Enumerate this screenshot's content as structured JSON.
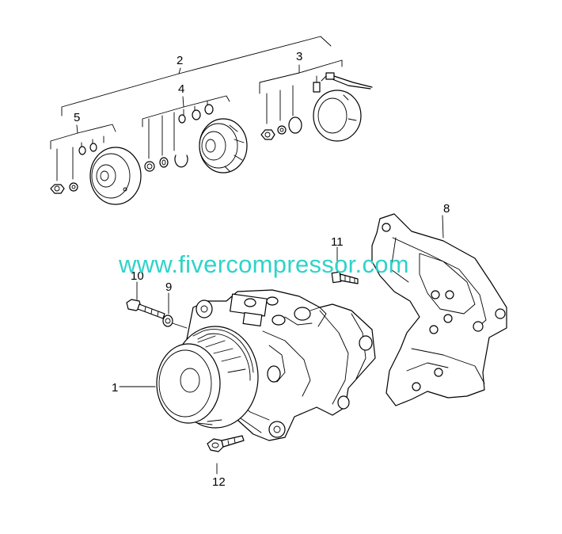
{
  "diagram": {
    "callouts": {
      "c1": "1",
      "c2": "2",
      "c3": "3",
      "c4": "4",
      "c5": "5",
      "c8": "8",
      "c9": "9",
      "c10": "10",
      "c11": "11",
      "c12": "12"
    },
    "watermark": "www.fivercompressor.com"
  }
}
